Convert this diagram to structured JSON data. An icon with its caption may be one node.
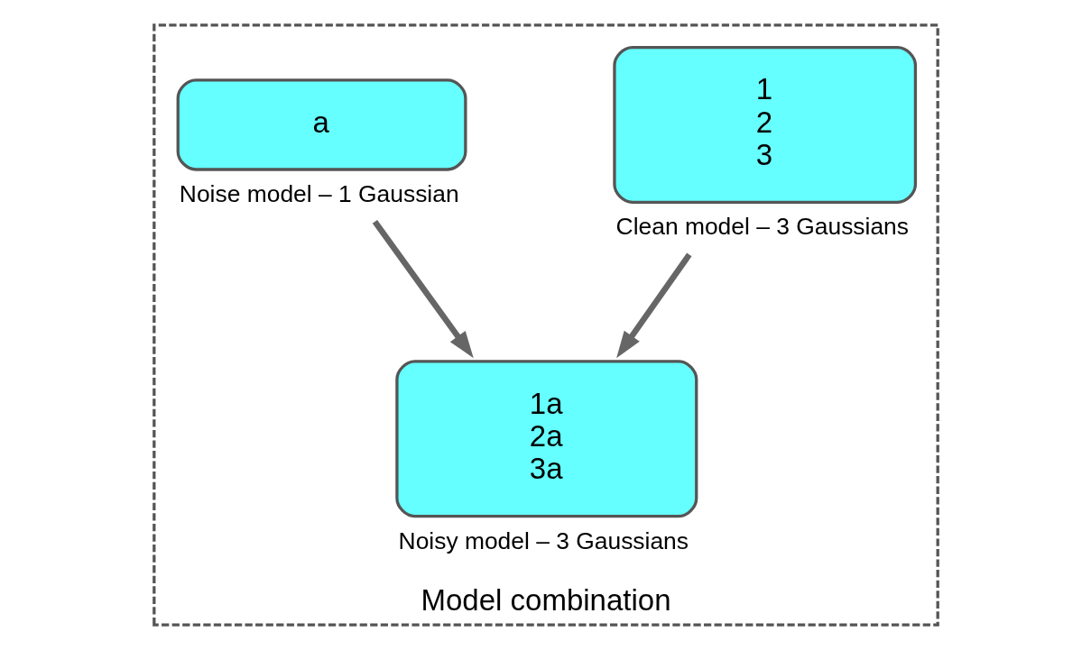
{
  "diagram": {
    "nodes": [
      {
        "text": [
          "Model combination"
        ]
      },
      {
        "text": [
          "1",
          "2",
          "3"
        ],
        "beside": [
          "Clean model – 3 Gaussians"
        ],
        "in": 0
      },
      {
        "text": [
          "a"
        ],
        "beside": [
          "Noise model – 1 Gaussian"
        ],
        "in": 0
      },
      {
        "text": [
          "1a",
          "2a",
          "3a"
        ],
        "beside": [
          "Noisy model – 3 Gaussians"
        ],
        "in": 0
      }
    ],
    "edges": [
      {
        "from": 1,
        "to": 3,
        "arrow": "to"
      },
      {
        "from": 2,
        "to": 3,
        "arrow": "to"
      }
    ]
  }
}
